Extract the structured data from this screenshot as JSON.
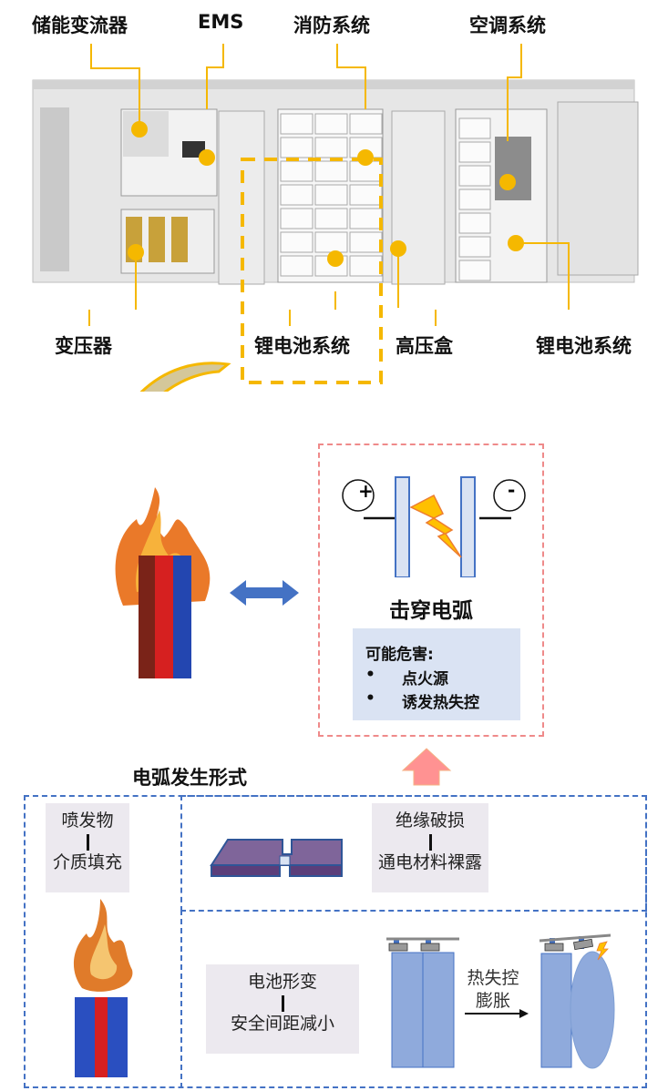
{
  "top_labels": {
    "pcs": "储能变流器",
    "ems": "EMS",
    "fire": "消防系统",
    "hvac": "空调系统",
    "transformer": "变压器",
    "battery_left": "锂电池系统",
    "hv_box": "高压盒",
    "battery_right": "锂电池系统"
  },
  "arc_panel": {
    "plus_symbol": "+",
    "minus_symbol": "-",
    "title": "击穿电弧",
    "hazards_title": "可能危害:",
    "hazards": [
      "点火源",
      "诱发热失控"
    ],
    "bullet": "•"
  },
  "forms": {
    "title": "电弧发生形式",
    "ejecta": {
      "line1": "喷发物",
      "line2": "介质填充"
    },
    "insulation": {
      "line1": "绝缘破损",
      "line2": "通电材料裸露"
    },
    "deformation": {
      "line1": "电池形变",
      "line2": "安全间距减小"
    },
    "expansion": {
      "line1": "热失控",
      "line2": "膨胀"
    }
  },
  "colors": {
    "accent_yellow": "#f5b800",
    "arc_border": "#ef8a8a",
    "form_border": "#4472c4",
    "hazard_bg": "#dae3f3",
    "grey_box": "#ece9ef",
    "cell_blue": "#8faadc"
  }
}
